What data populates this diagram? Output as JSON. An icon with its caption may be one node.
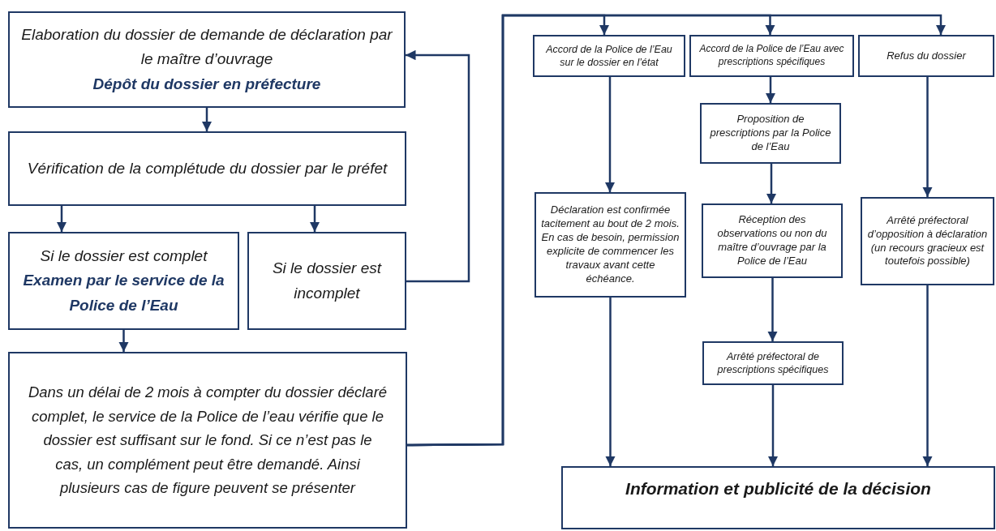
{
  "diagram": {
    "nodes": [
      {
        "text": [
          "Elaboration du dossier de demande de déclaration par le maître d’ouvrage",
          "Dépôt du dossier en préfecture"
        ]
      },
      {
        "text": [
          "Vérification de la complétude du dossier par le préfet"
        ]
      },
      {
        "text": [
          "Si le dossier est complet",
          "Examen par le service de la Police de l’Eau"
        ]
      },
      {
        "text": [
          "Si le dossier est incomplet"
        ]
      },
      {
        "text": [
          "Dans un délai de 2 mois à compter du dossier déclaré complet, le service de la Police de l’eau vérifie que le dossier est suffisant sur le fond. Si ce n’est pas le cas, un complément peut être demandé. Ainsi plusieurs cas de figure peuvent se présenter"
        ]
      },
      {
        "text": [
          "Accord de la Police de l’Eau sur le dossier en l’état"
        ]
      },
      {
        "text": [
          "Accord de la Police de l’Eau avec prescriptions spécifiques"
        ]
      },
      {
        "text": [
          "Refus du dossier"
        ]
      },
      {
        "text": [
          "Proposition de prescriptions par la Police de l’Eau"
        ]
      },
      {
        "text": [
          "Déclaration est confirmée tacitement au bout de 2 mois. En cas de besoin, permission explicite de commencer les travaux avant cette échéance."
        ]
      },
      {
        "text": [
          "Réception des observations ou non du maître d’ouvrage par la Police de l’Eau"
        ]
      },
      {
        "text": [
          "Arrêté préfectoral d’opposition à déclaration (un recours gracieux est toutefois possible)"
        ]
      },
      {
        "text": [
          "Arrêté préfectoral de prescriptions spécifiques"
        ]
      },
      {
        "text": [
          "Information et publicité de la décision"
        ]
      }
    ],
    "edges": [
      {
        "from": 0,
        "to": 1,
        "arrow": "to"
      },
      {
        "from": 1,
        "to": 2,
        "arrow": "to"
      },
      {
        "from": 1,
        "to": 3,
        "arrow": "to"
      },
      {
        "from": 3,
        "to": 0,
        "arrow": "to"
      },
      {
        "from": 2,
        "to": 4,
        "arrow": "to"
      },
      {
        "from": 4,
        "to": 5,
        "arrow": "to"
      },
      {
        "from": 4,
        "to": 6,
        "arrow": "to"
      },
      {
        "from": 4,
        "to": 7,
        "arrow": "to"
      },
      {
        "from": 5,
        "to": 9,
        "arrow": "to"
      },
      {
        "from": 6,
        "to": 8,
        "arrow": "to"
      },
      {
        "from": 8,
        "to": 10,
        "arrow": "to"
      },
      {
        "from": 10,
        "to": 12,
        "arrow": "to"
      },
      {
        "from": 9,
        "to": 13,
        "arrow": "to"
      },
      {
        "from": 12,
        "to": 13,
        "arrow": "to"
      },
      {
        "from": 7,
        "to": 11,
        "arrow": "to"
      },
      {
        "from": 11,
        "to": 13,
        "arrow": "to"
      }
    ]
  }
}
